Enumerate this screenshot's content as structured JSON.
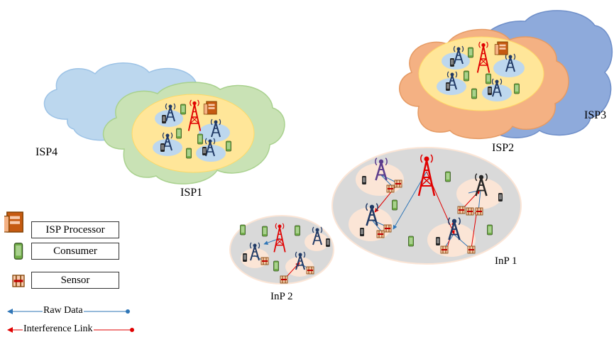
{
  "isp_labels": {
    "isp1": "ISP1",
    "isp2": "ISP2",
    "isp3": "ISP3",
    "isp4": "ISP4"
  },
  "inp_labels": {
    "inp1": "InP 1",
    "inp2": "InP 2"
  },
  "legend": {
    "isp_processor": "ISP Processor",
    "consumer": "Consumer",
    "sensor": "Sensor",
    "raw_data": "Raw Data",
    "interference_link": "Interference Link"
  },
  "colors": {
    "isp4_cloud": "#bcd7ee",
    "isp1_cloud": "#c9e2b5",
    "isp3_cloud": "#8eaadb",
    "isp2_cloud": "#f4b183",
    "core_ellipse": "#ffe699",
    "cell_disk": "#bdd7ee",
    "inp_region": "#d9d9d9",
    "inp_cell": "#fbe5d6",
    "raw_data_line": "#2e75b6",
    "interference_line": "#e00000",
    "macro_tower": "#e00000",
    "small_tower": "#1f3864",
    "consumer": "#70ad47",
    "processor": "#c55a11"
  },
  "icons": [
    "isp-processor-icon",
    "consumer-icon",
    "sensor-icon",
    "cell-tower-icon"
  ]
}
